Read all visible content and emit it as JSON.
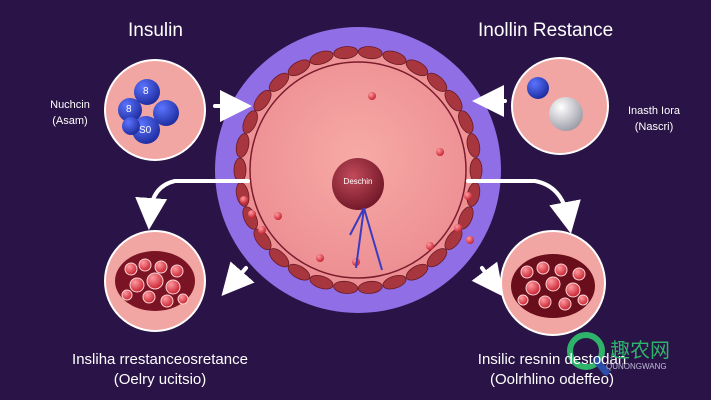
{
  "titles": {
    "left": "Insulin",
    "right": "Inollin Restance"
  },
  "labels": {
    "left_small_line1": "Nuchcin",
    "left_small_line2": "(Asam)",
    "right_small_line1": "Inasth Iora",
    "right_small_line2": "(Nascri)",
    "nucleus": "Deschin",
    "bottom_left_line1": "Insliha rrestanceosretance",
    "bottom_left_line2": "(Oelry ucitsio)",
    "bottom_right_line1": "Insilic resnin destodan",
    "bottom_right_line2": "(Oolrhlino odeffeo)"
  },
  "molecule_labels": [
    "8",
    "8",
    "S0"
  ],
  "watermark": {
    "text": "趣农网",
    "sub": "QUNONGWANG"
  },
  "colors": {
    "background": "#2a1346",
    "outer_ring": "#8f6ee6",
    "cell_interior": "#f39b9b",
    "vesicle": "#a8363f",
    "nucleus": "#8c2232",
    "insulin_molecule": "#2b3fc4",
    "arrow": "#ffffff",
    "watermark_green": "#2fb36b",
    "watermark_blue": "#2b4fa8"
  },
  "icons": {
    "arrows": "arrow-icon",
    "molecule": "insulin-molecule-icon",
    "sphere": "sphere-icon"
  }
}
